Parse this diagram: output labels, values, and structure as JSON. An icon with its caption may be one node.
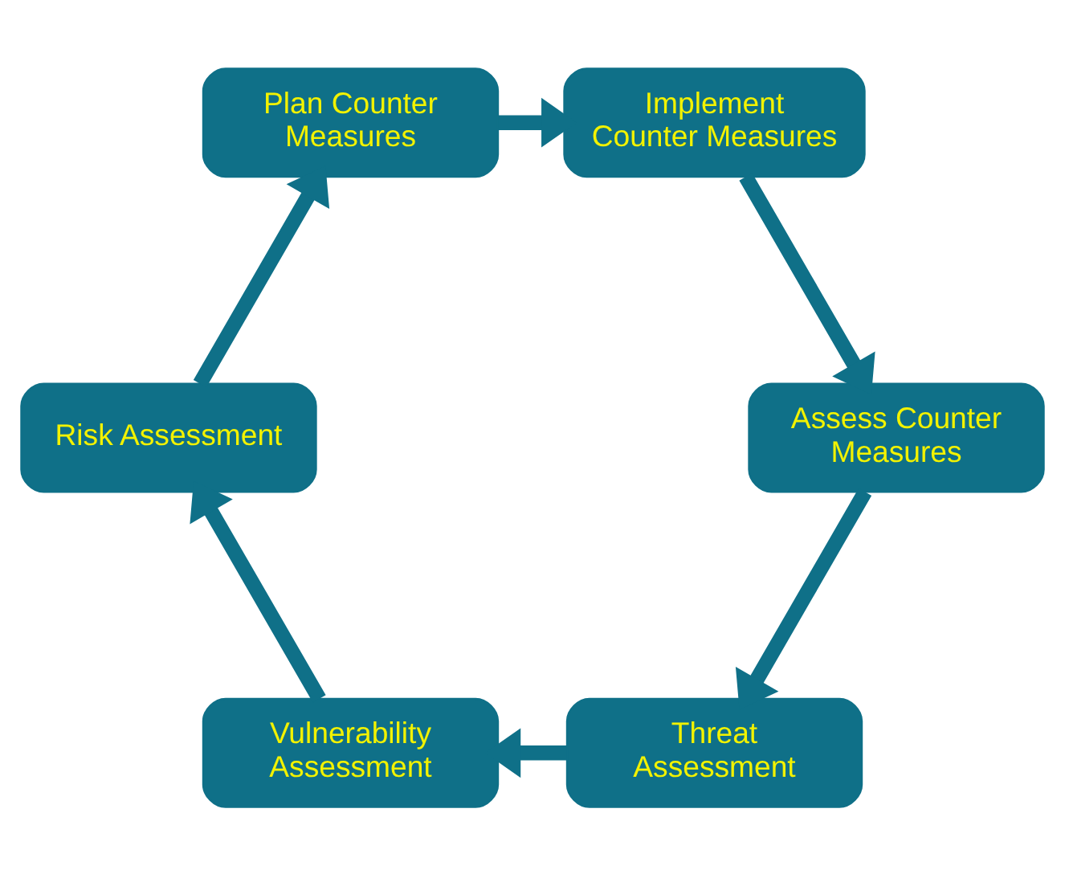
{
  "diagram": {
    "nodes": [
      {
        "text": [
          "Threat Assessment"
        ]
      },
      {
        "text": [
          "Vulnerability Assessment"
        ]
      },
      {
        "text": [
          "Risk Assessment"
        ]
      },
      {
        "text": [
          "Plan Counter Measures"
        ]
      },
      {
        "text": [
          "Implement Counter Measures"
        ]
      },
      {
        "text": [
          "Assess Counter Measures"
        ]
      }
    ],
    "edges": [
      {
        "from": 0,
        "to": 1,
        "arrow": "to"
      },
      {
        "from": 1,
        "to": 2,
        "arrow": "to"
      },
      {
        "from": 2,
        "to": 3,
        "arrow": "to"
      },
      {
        "from": 3,
        "to": 4,
        "arrow": "to"
      },
      {
        "from": 4,
        "to": 5,
        "arrow": "to"
      },
      {
        "from": 5,
        "to": 0,
        "arrow": "to"
      }
    ]
  }
}
